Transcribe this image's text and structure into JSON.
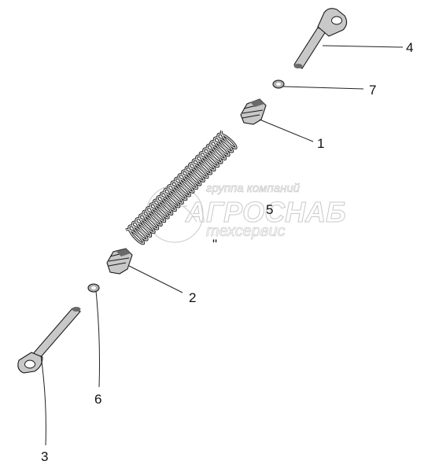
{
  "diagram": {
    "callouts": [
      {
        "id": "1",
        "label": "1"
      },
      {
        "id": "2",
        "label": "2"
      },
      {
        "id": "3",
        "label": "3"
      },
      {
        "id": "4",
        "label": "4"
      },
      {
        "id": "5",
        "label": "5"
      },
      {
        "id": "6",
        "label": "6"
      },
      {
        "id": "7",
        "label": "7"
      }
    ],
    "stray_mark": "\""
  },
  "watermark": {
    "line1": "группа компаний",
    "line2": "АГРОСНАБ",
    "line3": "техсервис"
  }
}
